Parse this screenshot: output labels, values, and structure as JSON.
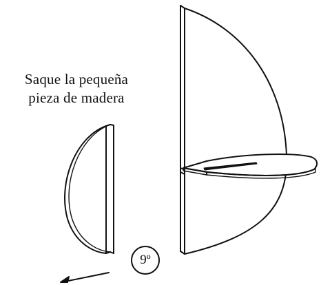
{
  "instruction": {
    "line1": "Saque la pequeña",
    "line2": "pieza de madera"
  },
  "step": {
    "label": "9º"
  },
  "icons": [
    "removed-piece",
    "shelf-assembly",
    "direction-arrow-icon"
  ],
  "colors": {
    "stroke": "#111111",
    "fill": "#ffffff"
  }
}
